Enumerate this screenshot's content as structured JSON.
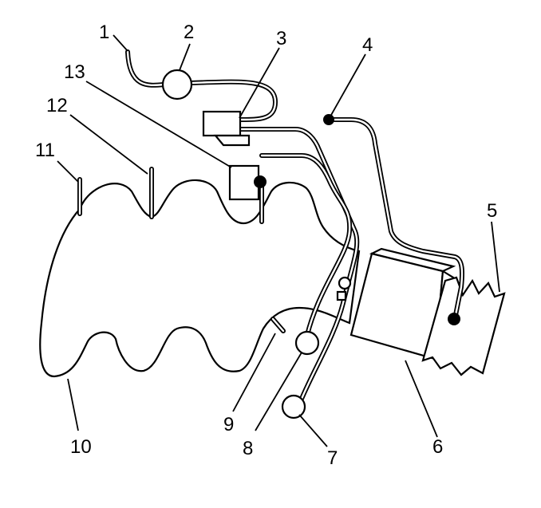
{
  "callouts": [
    {
      "id": 1,
      "label": "1"
    },
    {
      "id": 2,
      "label": "2"
    },
    {
      "id": 3,
      "label": "3"
    },
    {
      "id": 4,
      "label": "4"
    },
    {
      "id": 5,
      "label": "5"
    },
    {
      "id": 6,
      "label": "6"
    },
    {
      "id": 7,
      "label": "7"
    },
    {
      "id": 8,
      "label": "8"
    },
    {
      "id": 9,
      "label": "9"
    },
    {
      "id": 10,
      "label": "10"
    },
    {
      "id": 11,
      "label": "11"
    },
    {
      "id": 12,
      "label": "12"
    },
    {
      "id": 13,
      "label": "13"
    }
  ],
  "colors": {
    "line": "#000000",
    "background": "#ffffff"
  }
}
